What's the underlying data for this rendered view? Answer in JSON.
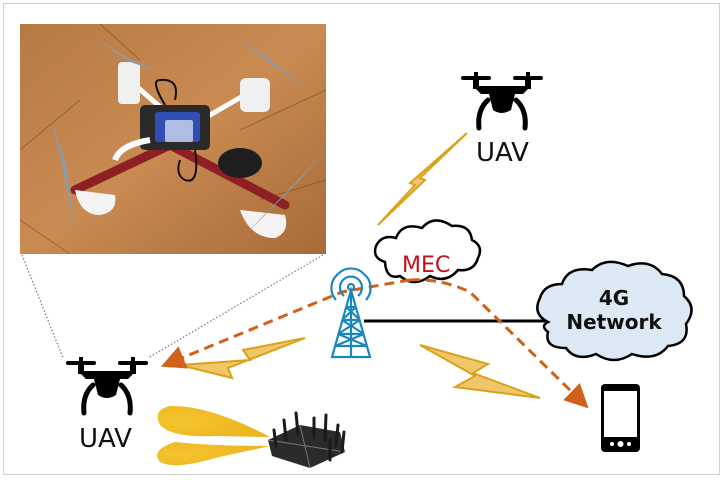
{
  "diagram": {
    "photo": {
      "subject": "quadcopter-drone-photo"
    },
    "nodes": {
      "uav_top": {
        "label": "UAV",
        "icon": "drone-icon"
      },
      "uav_left": {
        "label": "UAV",
        "icon": "drone-icon"
      },
      "mec": {
        "label": "MEC",
        "icon": "cloud-icon"
      },
      "network": {
        "label_line1": "4G",
        "label_line2": "Network",
        "icon": "cloud-icon"
      },
      "tower": {
        "icon": "cell-tower-icon"
      },
      "router": {
        "icon": "wifi-router-icon"
      },
      "phone": {
        "icon": "smartphone-icon"
      }
    },
    "links": [
      {
        "from": "tower",
        "to": "uav_top",
        "type": "wireless",
        "icon": "lightning-bolt-icon"
      },
      {
        "from": "tower",
        "to": "uav_left",
        "type": "wireless",
        "icon": "lightning-bolt-icon"
      },
      {
        "from": "tower",
        "to": "phone",
        "type": "wireless",
        "icon": "lightning-bolt-icon"
      },
      {
        "from": "tower",
        "to": "network",
        "type": "wired"
      },
      {
        "from": "uav_left",
        "to": "router",
        "type": "wifi-beam"
      },
      {
        "from": "mec",
        "to": "uav_left",
        "type": "data-flow-dashed-arrow"
      },
      {
        "from": "mec",
        "to": "phone",
        "type": "data-flow-dashed-arrow"
      }
    ],
    "colors": {
      "bolt_fill": "#efc66b",
      "bolt_stroke": "#d9a21c",
      "dashed_arrow": "#d0601a",
      "tower": "#1a86c0",
      "mec_text": "#c0101a",
      "network_cloud_fill": "#dde8f5",
      "beam": "#f2be2a"
    }
  }
}
